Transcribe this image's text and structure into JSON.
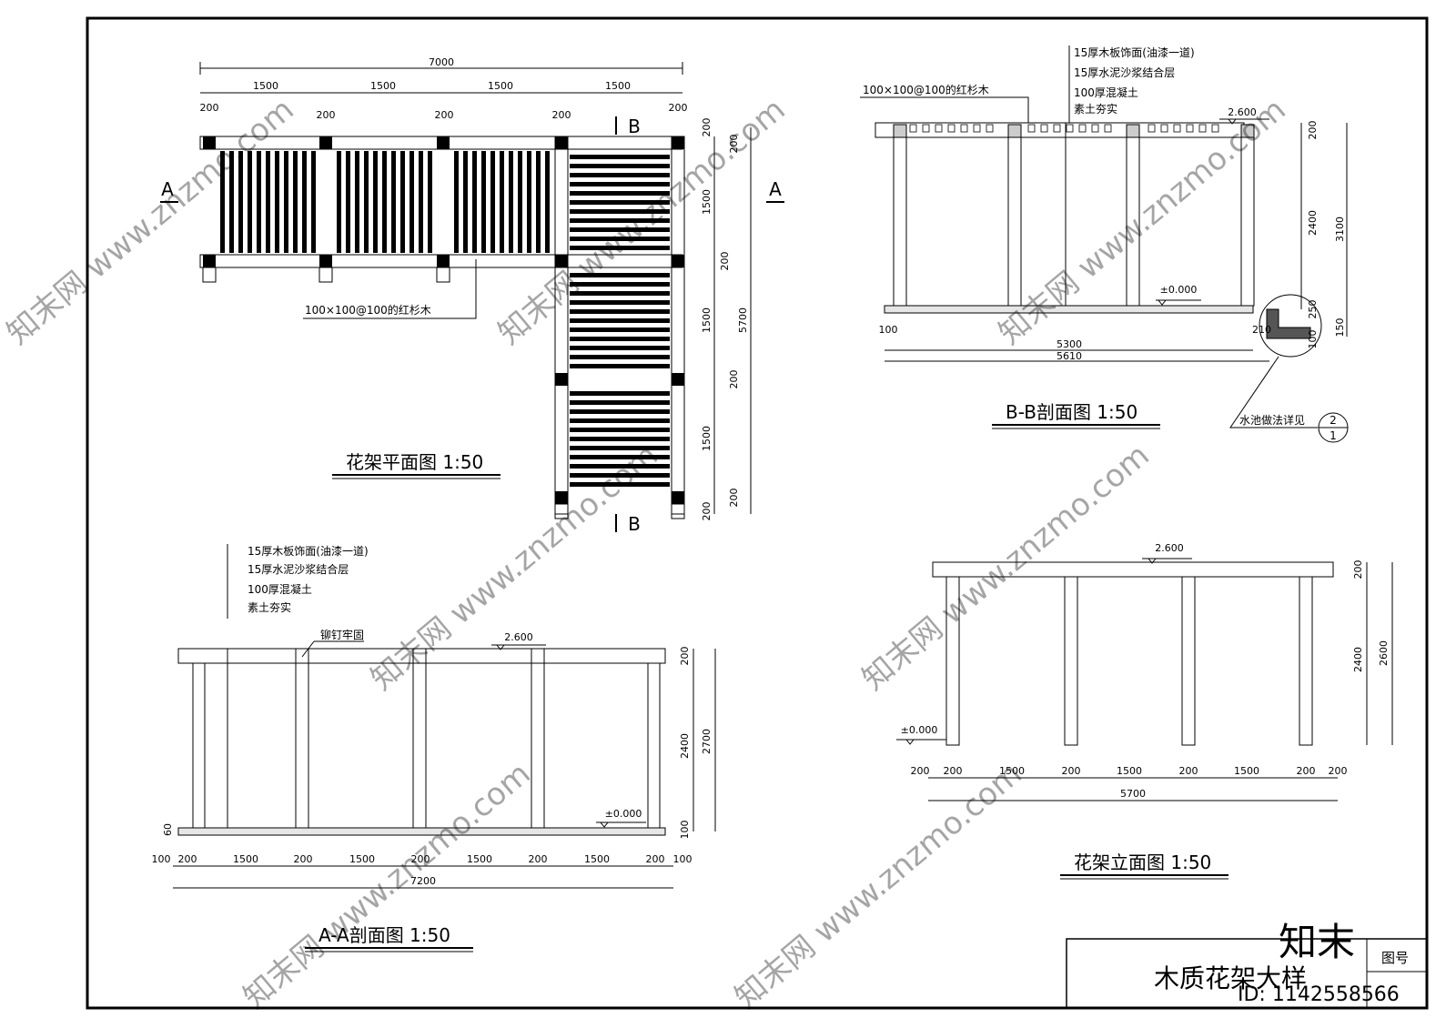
{
  "plan": {
    "title": "花架平面图 1:50",
    "total_width": "7000",
    "bay_dims": [
      "1500",
      "1500",
      "1500",
      "1500"
    ],
    "post_dims": [
      "200",
      "200",
      "200",
      "200",
      "200"
    ],
    "right_dims": [
      "200",
      "200",
      "1500",
      "200",
      "1500",
      "200",
      "1500",
      "200",
      "200"
    ],
    "total_height": "5700",
    "section_a": "A",
    "section_b": "B",
    "timber_note": "100×100@100的红杉木"
  },
  "bb": {
    "title": "B-B剖面图 1:50",
    "layers": [
      "15厚木板饰面(油漆一道)",
      "15厚水泥沙浆结合层",
      "100厚混凝土",
      "素土夯实"
    ],
    "timber_note": "100×100@100的红杉木",
    "top_elev": "2.600",
    "ground_elev": "±0.000",
    "right_dims": [
      "200",
      "2400",
      "3100",
      "250",
      "150",
      "100"
    ],
    "bottom_dims": [
      "100",
      "5300",
      "5610"
    ],
    "detail_dim": "210",
    "pool_note": "水池做法详见",
    "detail_ref_top": "2",
    "detail_ref_bottom": "1"
  },
  "aa": {
    "title": "A-A剖面图 1:50",
    "layers": [
      "15厚木板饰面(油漆一道)",
      "15厚水泥沙浆结合层",
      "100厚混凝土",
      "素土夯实"
    ],
    "rivet_note": "铆钉牢固",
    "top_elev": "2.600",
    "ground_elev": "±0.000",
    "right_dims": [
      "200",
      "2400",
      "2700",
      "100"
    ],
    "left_dim": "60",
    "bottom_dims": [
      "100",
      "200",
      "1500",
      "200",
      "1500",
      "200",
      "1500",
      "200",
      "1500",
      "200",
      "100"
    ],
    "total": "7200"
  },
  "elev": {
    "title": "花架立面图 1:50",
    "top_elev": "2.600",
    "ground_elev": "±0.000",
    "right_dims": [
      "200",
      "2400",
      "2600"
    ],
    "bottom_dims": [
      "200",
      "200",
      "1500",
      "200",
      "1500",
      "200",
      "1500",
      "200",
      "200"
    ],
    "total": "5700"
  },
  "titleblock": {
    "name": "木质花架大样",
    "drawing_no_label": "图号"
  },
  "watermark": {
    "brand": "知末网 www.znzmo.com",
    "logo": "知末",
    "id": "ID: 1142558566"
  }
}
